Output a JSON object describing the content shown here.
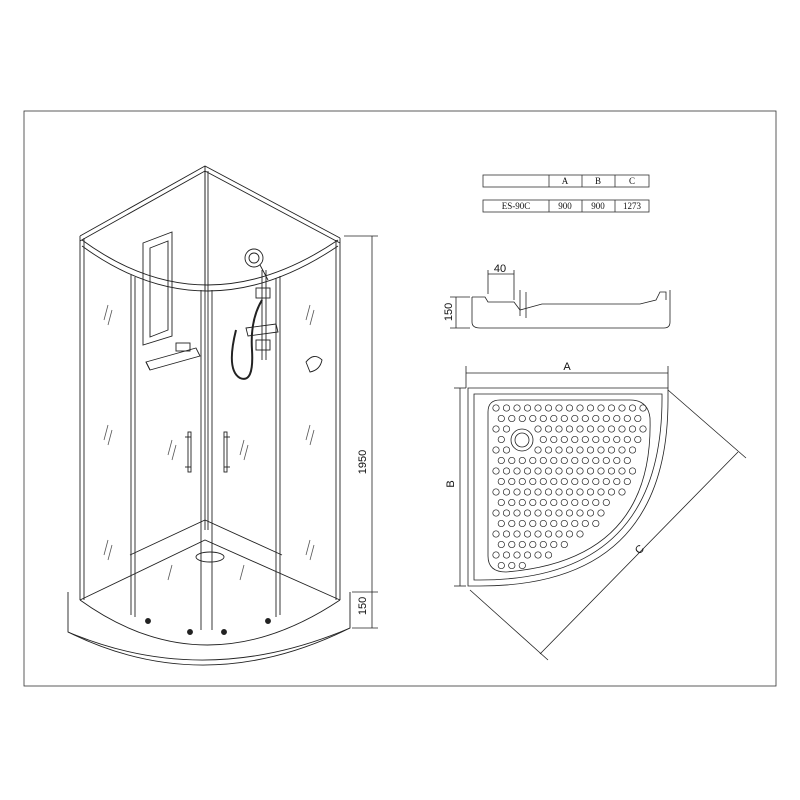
{
  "spec_table": {
    "header": [
      "",
      "A",
      "B",
      "C"
    ],
    "row": [
      "ES-90C",
      "900",
      "900",
      "1273"
    ]
  },
  "dimensions": {
    "height_total": "1950",
    "tray_height_front": "150",
    "tray_height_side": "150",
    "tray_step": "40",
    "label_a": "A",
    "label_b": "B",
    "label_c": "C"
  }
}
